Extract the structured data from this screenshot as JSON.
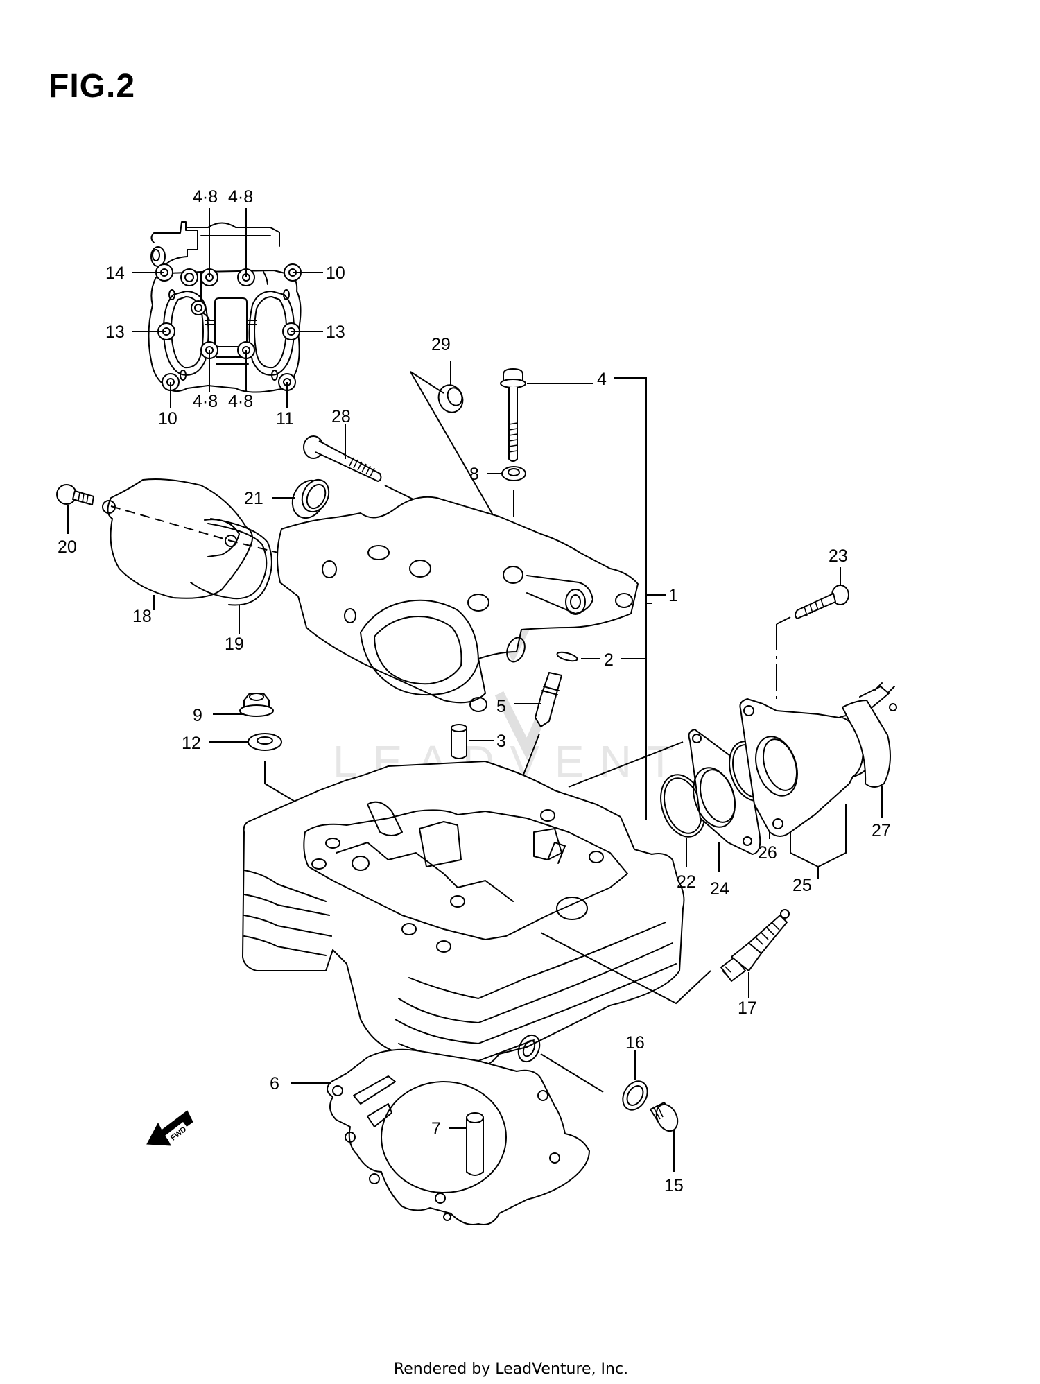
{
  "figure": {
    "title": "FIG.2",
    "subject": "Cylinder head assembly exploded view",
    "watermark": "LEADVENTURE",
    "direction_marker": "FWD"
  },
  "callouts": {
    "c1": "1",
    "c2": "2",
    "c3": "3",
    "c4": "4",
    "c5": "5",
    "c6": "6",
    "c7": "7",
    "c8": "8",
    "c9": "9",
    "c10a": "10",
    "c10b": "10",
    "c11": "11",
    "c12": "12",
    "c13a": "13",
    "c13b": "13",
    "c14": "14",
    "c15": "15",
    "c16": "16",
    "c17": "17",
    "c18": "18",
    "c19": "19",
    "c20": "20",
    "c21": "21",
    "c22": "22",
    "c23": "23",
    "c24": "24",
    "c25": "25",
    "c26": "26",
    "c27": "27",
    "c28": "28",
    "c29": "29",
    "c48a": "4·8",
    "c48b": "4·8",
    "c48c": "4·8",
    "c48d": "4·8"
  },
  "footer": "Rendered by LeadVenture, Inc."
}
